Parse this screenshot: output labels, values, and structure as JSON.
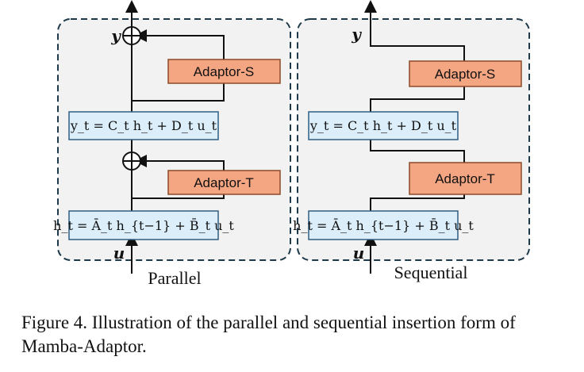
{
  "colors": {
    "panel_bg": "#f2f2f2",
    "panel_border": "#1e3a4a",
    "adaptor_fill": "#f4a582",
    "adaptor_border": "#8b4a2b",
    "eq_fill": "#dbeefa",
    "eq_border": "#2f5f82",
    "line": "#111111"
  },
  "panels": [
    {
      "label": "Parallel",
      "output_label": "y",
      "input_label": "u",
      "adaptor_s": "Adaptor-S",
      "adaptor_t": "Adaptor-T",
      "output_eq": "y_t = C_t h_t + D_t u_t",
      "state_eq": "h_t = Ā_t h_{t−1} + B̄_t u_t"
    },
    {
      "label": "Sequential",
      "output_label": "y",
      "input_label": "u",
      "adaptor_s": "Adaptor-S",
      "adaptor_t": "Adaptor-T",
      "output_eq": "y_t = C_t h_t + D_t u_t",
      "state_eq": "h_t = Ā_t h_{t−1} + B̄_t u_t"
    }
  ],
  "caption": "Figure 4. Illustration of the parallel and sequential insertion form of Mamba-Adaptor."
}
